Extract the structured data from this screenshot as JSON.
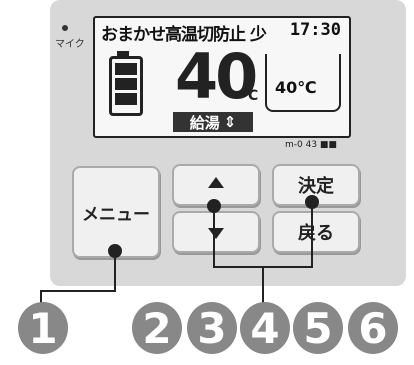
{
  "device": {
    "mic_label": "マイク",
    "status_text": "おまかせ高温切防止 少",
    "time": "17:30",
    "temperature": "40",
    "temperature_unit": "°C",
    "tub_temperature": "40℃",
    "mode_label": "給湯",
    "mode_icon": "up-down-arrow-icon",
    "model_label": "m-0 43 ■■"
  },
  "buttons": {
    "menu_label": "メニュー",
    "enter_label": "決定",
    "back_label": "戻る"
  },
  "callouts": [
    "1",
    "2",
    "3",
    "4",
    "5",
    "6"
  ],
  "colors": {
    "panel": "#d8d8d8",
    "screen": "#f7f7f7",
    "callout": "#888888"
  }
}
